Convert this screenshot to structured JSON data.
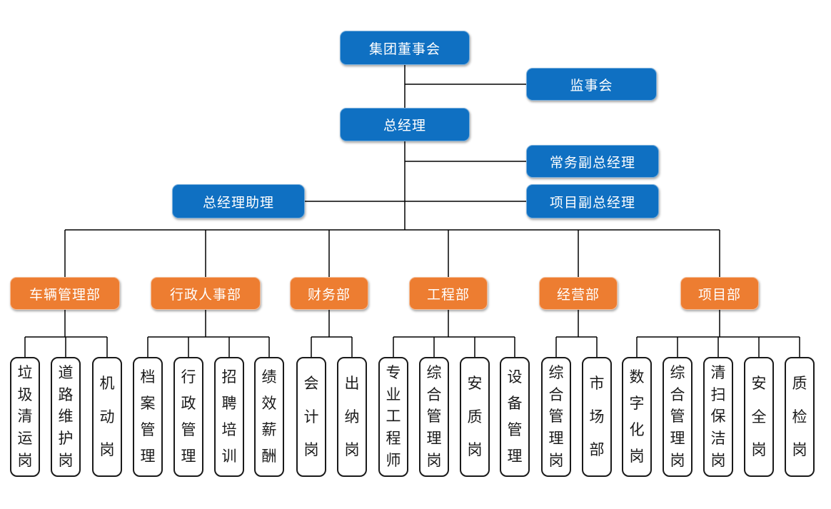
{
  "diagram": {
    "type": "org-chart",
    "colors": {
      "executive_node": "#0F70C2",
      "department_node": "#ED7D31",
      "position_node_border": "#1a1a1a",
      "connector": "#000000",
      "background": "#ffffff"
    }
  },
  "top": {
    "board": "集团董事会",
    "supervisory": "监事会",
    "gm": "总经理",
    "exec_deputy_gm": "常务副总经理",
    "gm_assistant": "总经理助理",
    "project_deputy_gm": "项目副总经理"
  },
  "departments": [
    {
      "label": "车辆管理部",
      "positions": [
        "垃圾清运岗",
        "道路维护岗",
        "机动岗"
      ]
    },
    {
      "label": "行政人事部",
      "positions": [
        "档案管理",
        "行政管理",
        "招聘培训",
        "绩效薪酬"
      ]
    },
    {
      "label": "财务部",
      "positions": [
        "会计岗",
        "出纳岗"
      ]
    },
    {
      "label": "工程部",
      "positions": [
        "专业工程师",
        "综合管理岗",
        "安质岗",
        "设备管理"
      ]
    },
    {
      "label": "经营部",
      "positions": [
        "综合管理岗",
        "市场部"
      ]
    },
    {
      "label": "项目部",
      "positions": [
        "数字化岗",
        "综合管理岗",
        "清扫保洁岗",
        "安全岗",
        "质检岗"
      ]
    }
  ]
}
